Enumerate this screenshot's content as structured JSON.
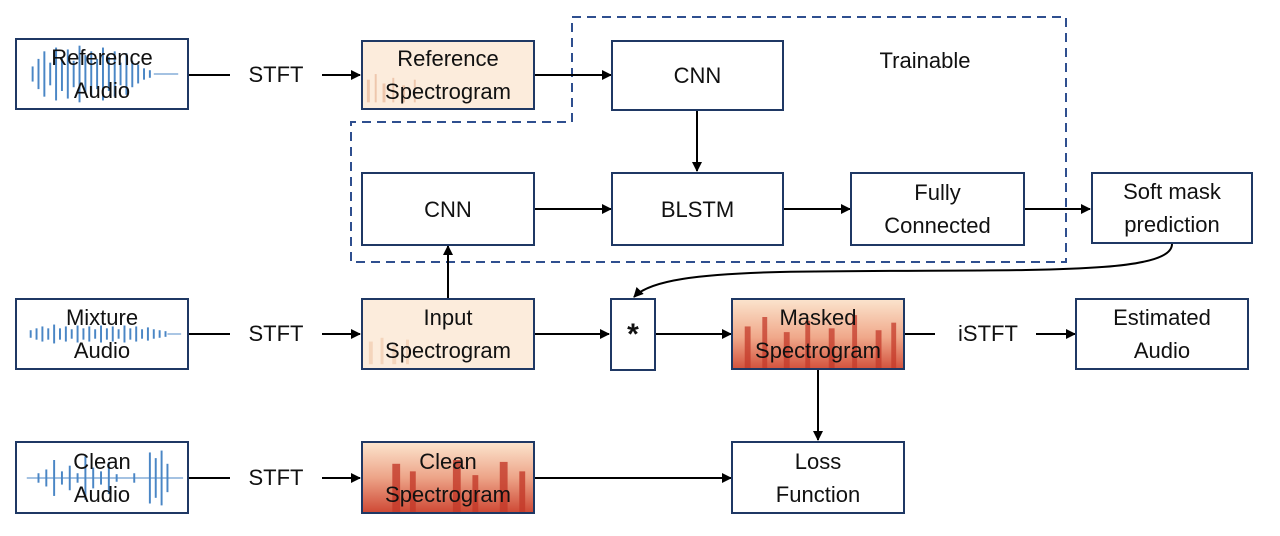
{
  "boxes": {
    "ref_audio": {
      "line1": "Reference",
      "line2": "Audio"
    },
    "ref_spec": {
      "line1": "Reference",
      "line2": "Spectrogram"
    },
    "cnn_top": {
      "line1": "CNN"
    },
    "cnn_mid": {
      "line1": "CNN"
    },
    "blstm": {
      "line1": "BLSTM"
    },
    "fc": {
      "line1": "Fully",
      "line2": "Connected"
    },
    "soft_mask": {
      "line1": "Soft mask",
      "line2": "prediction"
    },
    "mix_audio": {
      "line1": "Mixture",
      "line2": "Audio"
    },
    "input_spec": {
      "line1": "Input",
      "line2": "Spectrogram"
    },
    "mult": {
      "line1": "*"
    },
    "masked_spec": {
      "line1": "Masked",
      "line2": "Spectrogram"
    },
    "est_audio": {
      "line1": "Estimated",
      "line2": "Audio"
    },
    "clean_audio": {
      "line1": "Clean",
      "line2": "Audio"
    },
    "clean_spec": {
      "line1": "Clean",
      "line2": "Spectrogram"
    },
    "loss": {
      "line1": "Loss",
      "line2": "Function"
    }
  },
  "labels": {
    "stft_1": "STFT",
    "stft_2": "STFT",
    "stft_3": "STFT",
    "istft": "iSTFT",
    "trainable": "Trainable"
  },
  "colors": {
    "border": "#1f3864",
    "dashed_region": "#2f4f8f",
    "waveform": "#4a86c5",
    "spectrogram_light": "#fbe8d6",
    "spectrogram_dark": "#c43a2a"
  },
  "icons": {
    "waveform": "audio-waveform-icon",
    "spectrogram": "spectrogram-icon"
  }
}
